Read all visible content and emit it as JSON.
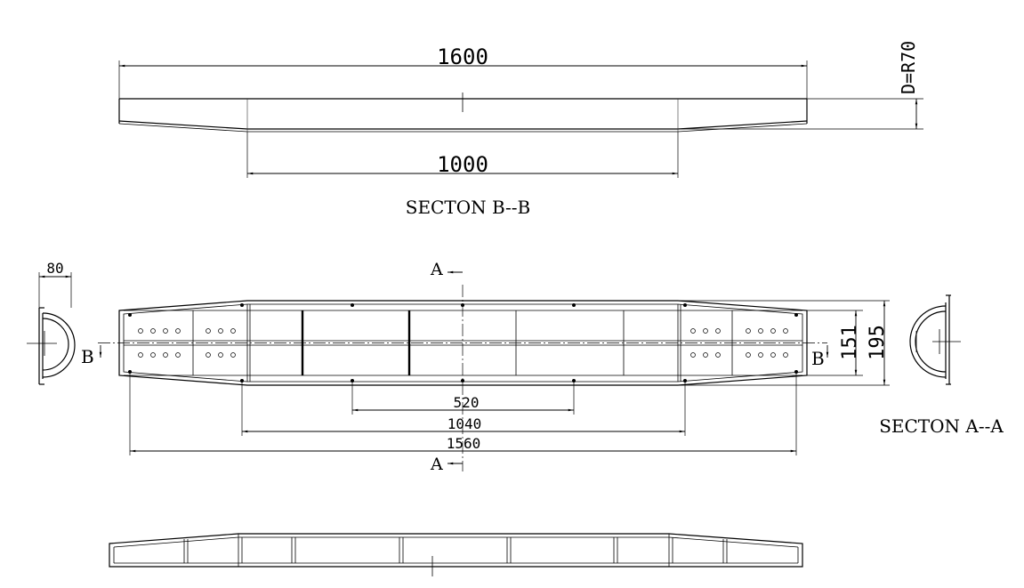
{
  "colors": {
    "line": "#000000",
    "background": "#ffffff"
  },
  "section_b": {
    "overall_length": "1600",
    "flat_length": "1000",
    "radius_label": "D=R70",
    "title": "SECTON B--B"
  },
  "plan": {
    "section_mark_top": "A",
    "section_mark_bottom": "A",
    "section_mark_left": "B",
    "section_mark_right": "B",
    "inner_width": "151",
    "outer_width": "195",
    "hole_spacing": "520",
    "mid_spacing": "1040",
    "end_spacing": "1560"
  },
  "section_a": {
    "flange_width": "80",
    "title": "SECTON A--A"
  }
}
